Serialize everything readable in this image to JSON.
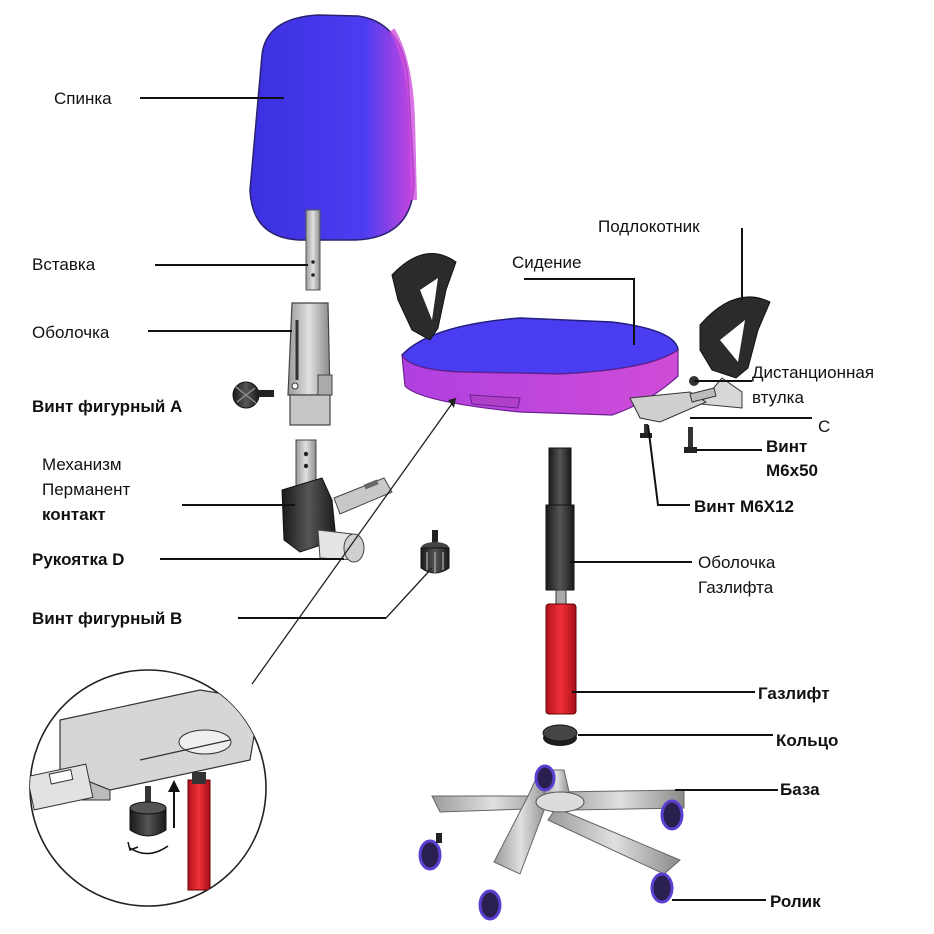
{
  "labels": {
    "backrest": "Спинка",
    "insert": "Вставка",
    "shell": "Оболочка",
    "screw_a": "Винт фигурный А",
    "mechanism_1": "Механизм",
    "mechanism_2": "Перманент",
    "mechanism_3": "контакт",
    "handle_d": "Рукоятка D",
    "screw_b": "Винт фигурный В",
    "armrest": "Подлокотник",
    "seat": "Сидение",
    "spacer_1": "Дистанционная",
    "spacer_2": "втулка",
    "c": "C",
    "screw_m6x50_1": "Винт",
    "screw_m6x50_2": "М6х50",
    "screw_m6x12": "Винт М6Х12",
    "gaslift_shell_1": "Оболочка",
    "gaslift_shell_2": "Газлифта",
    "gaslift": "Газлифт",
    "ring": "Кольцо",
    "base": "База",
    "caster": "Ролик"
  },
  "colors": {
    "upholstery": "#4a35e8",
    "upholstery_edge": "#c040e0",
    "gaslift": "#e01f2a",
    "plastic": "#2e2e2e",
    "metal": "#c8c8c8"
  }
}
